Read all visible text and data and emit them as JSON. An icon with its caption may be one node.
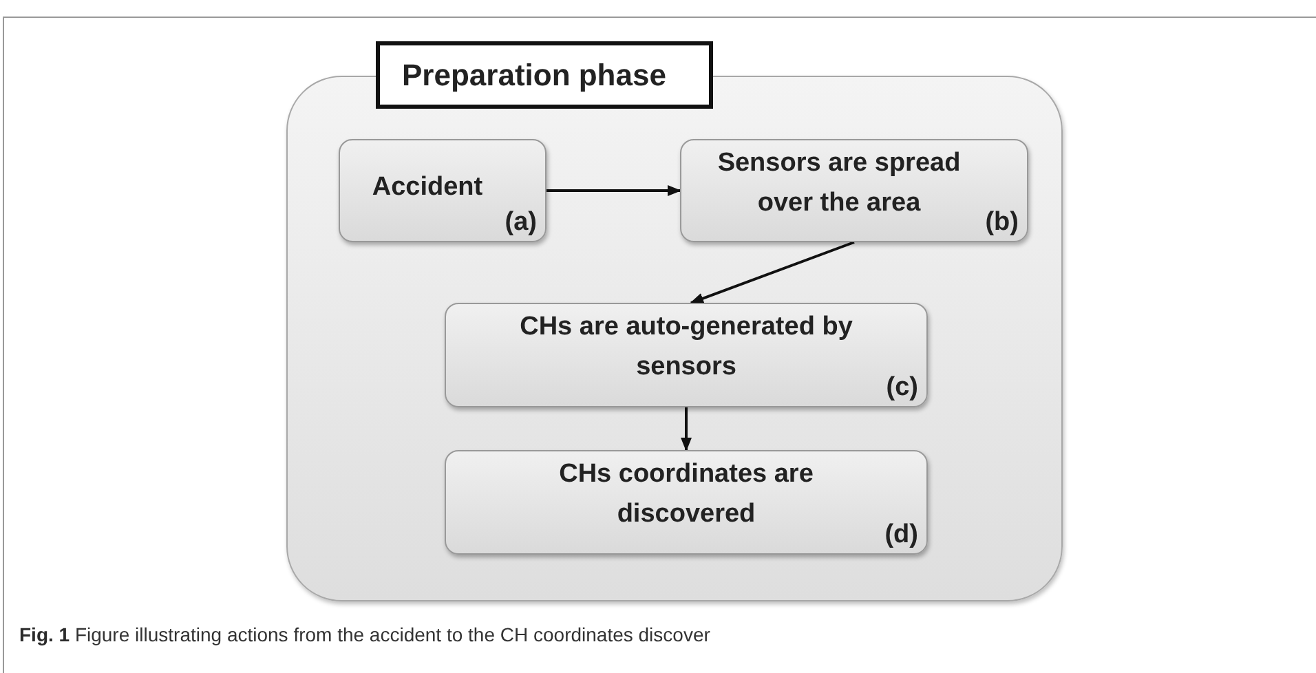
{
  "diagram": {
    "caption": "**Fig. 1** Figure illustrating actions from the accident to the CH coordinates discover",
    "nodes": [
      {
        "text": [
          "Preparation phase"
        ]
      },
      {
        "text": [
          "Accident",
          "(a)"
        ],
        "in": 0
      },
      {
        "text": [
          "Sensors are spread over the area",
          "(b)"
        ],
        "in": 0
      },
      {
        "text": [
          "CHs are auto-generated by sensors",
          "(c)"
        ],
        "in": 0
      },
      {
        "text": [
          "CHs coordinates are discovered",
          "(d)"
        ],
        "in": 0
      }
    ],
    "edges": [
      {
        "from": 1,
        "to": 2,
        "arrow": "to"
      },
      {
        "from": 2,
        "to": 3,
        "arrow": "to"
      },
      {
        "from": 3,
        "to": 4,
        "arrow": "to"
      }
    ]
  }
}
